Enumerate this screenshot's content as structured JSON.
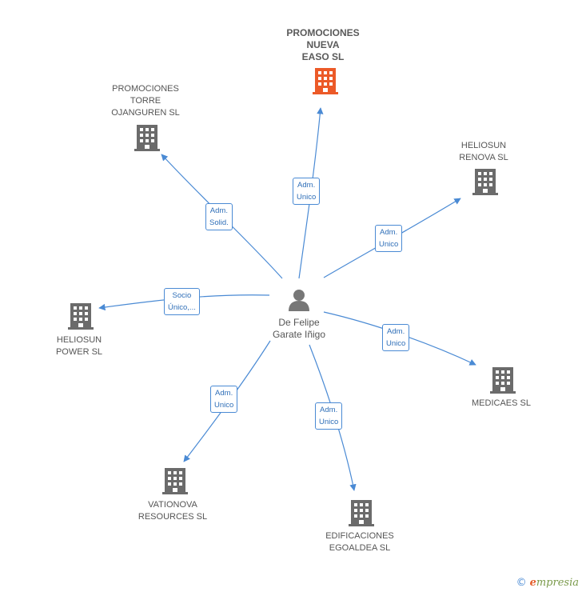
{
  "center": {
    "name": "De Felipe\nGarate Iñigo",
    "icon": "person-icon"
  },
  "colors": {
    "edge": "#4a8ad4",
    "building": "#6b6b6b",
    "focus_building": "#ec5a28"
  },
  "companies": [
    {
      "key": "promociones-nueva-easo",
      "label": "PROMOCIONES\nNUEVA\nEASO SL",
      "focus": true,
      "role": "Adm.\nUnico"
    },
    {
      "key": "promociones-torre-ojanguren",
      "label": "PROMOCIONES\nTORRE\nOJANGUREN SL",
      "focus": false,
      "role": "Adm.\nSolid."
    },
    {
      "key": "heliosun-renova",
      "label": "HELIOSUN\nRENOVA SL",
      "focus": false,
      "role": "Adm.\nUnico"
    },
    {
      "key": "heliosun-power",
      "label": "HELIOSUN\nPOWER SL",
      "focus": false,
      "role": "Socio\nÚnico,..."
    },
    {
      "key": "medicaes",
      "label": "MEDICAES SL",
      "focus": false,
      "role": "Adm.\nUnico"
    },
    {
      "key": "vationova-resources",
      "label": "VATIONOVA\nRESOURCES SL",
      "focus": false,
      "role": "Adm.\nUnico"
    },
    {
      "key": "edificaciones-egoaldea",
      "label": "EDIFICACIONES\nEGOALDEA SL",
      "focus": false,
      "role": "Adm.\nUnico"
    }
  ],
  "footer": {
    "copyright": "©",
    "brand_initial": "e",
    "brand_rest": "mpresia"
  }
}
